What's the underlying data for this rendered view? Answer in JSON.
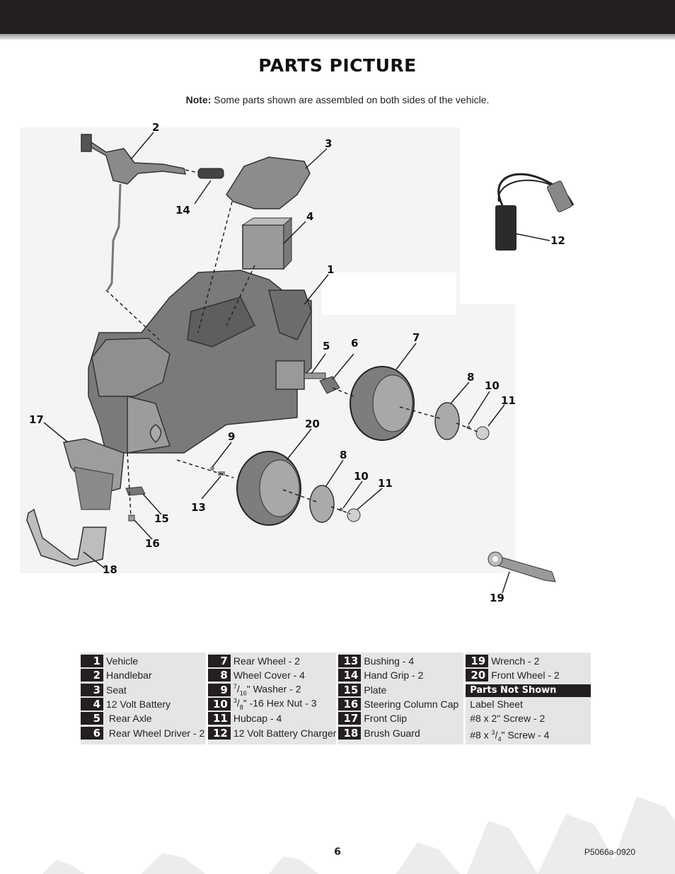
{
  "page": {
    "title": "PARTS PICTURE",
    "note_bold": "Note:",
    "note_text": " Some parts shown are assembled on both sides of the vehicle.",
    "page_number": "6",
    "doc_code": "P5066a-0920"
  },
  "callouts": [
    "2",
    "3",
    "14",
    "4",
    "1",
    "12",
    "5",
    "6",
    "7",
    "8",
    "10",
    "11",
    "17",
    "20",
    "9",
    "8",
    "10",
    "11",
    "13",
    "15",
    "16",
    "18",
    "19"
  ],
  "legend": {
    "col1": [
      {
        "n": "1",
        "label": "Vehicle"
      },
      {
        "n": "2",
        "label": "Handlebar"
      },
      {
        "n": "3",
        "label": "Seat"
      },
      {
        "n": "4",
        "label": "12 Volt Battery"
      },
      {
        "n": "5",
        "label": " Rear Axle"
      },
      {
        "n": "6",
        "label": " Rear Wheel Driver - 2"
      }
    ],
    "col2": [
      {
        "n": "7",
        "label": "Rear Wheel - 2"
      },
      {
        "n": "8",
        "label": "Wheel Cover - 4"
      },
      {
        "n": "9",
        "label_pre": "7",
        "label_den": "16",
        "label": "\" Washer - 2"
      },
      {
        "n": "10",
        "label_pre": "3",
        "label_den": "8",
        "label": "\" -16 Hex Nut - 3"
      },
      {
        "n": "11",
        "label": "Hubcap - 4"
      },
      {
        "n": "12",
        "label": "12 Volt Battery Charger"
      }
    ],
    "col3": [
      {
        "n": "13",
        "label": "Bushing - 4"
      },
      {
        "n": "14",
        "label": "Hand Grip - 2"
      },
      {
        "n": "15",
        "label": "Plate"
      },
      {
        "n": "16",
        "label": "Steering Column Cap"
      },
      {
        "n": "17",
        "label": "Front Clip"
      },
      {
        "n": "18",
        "label": "Brush Guard"
      }
    ],
    "col4": [
      {
        "n": "19",
        "label": "Wrench - 2"
      },
      {
        "n": "20",
        "label": "Front Wheel - 2"
      }
    ],
    "parts_not_shown_title": "Parts Not Shown",
    "parts_not_shown": {
      "item1": "Label Sheet",
      "item2": "#8 x 2\" Screw - 2",
      "item3_pre": "#8 x ",
      "item3_num": "3",
      "item3_den": "4",
      "item3_post": "\" Screw - 4"
    }
  },
  "colors": {
    "bar": "#231f20",
    "legend_bg": "#e5e5e5"
  }
}
